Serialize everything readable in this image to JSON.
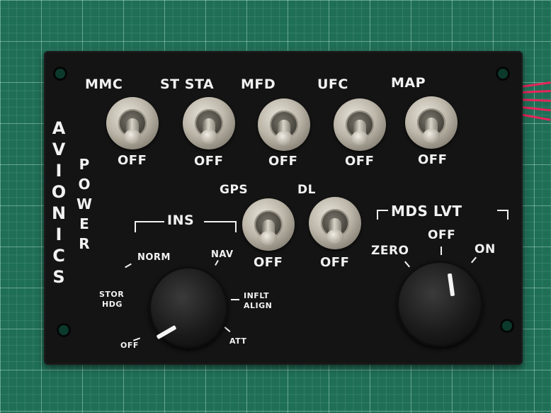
{
  "switch_labels": {
    "mmc": "MMC",
    "st_sta": "ST STA",
    "mfd": "MFD",
    "ufc": "UFC",
    "map": "MAP",
    "gps": "GPS",
    "dl": "DL"
  },
  "off_label": "OFF",
  "side_labels": {
    "avionics": "AVIONICS",
    "power": "POWER"
  },
  "ins": {
    "title": "INS",
    "positions": {
      "norm": "NORM",
      "nav": "NAV",
      "stor_hdg_1": "STOR",
      "stor_hdg_2": "HDG",
      "inflt_align_1": "INFLT",
      "inflt_align_2": "ALIGN",
      "att": "ATT",
      "off": "OFF"
    }
  },
  "mds_lvt": {
    "title": "MDS LVT",
    "positions": {
      "zero": "ZERO",
      "off": "OFF",
      "on": "ON"
    }
  }
}
